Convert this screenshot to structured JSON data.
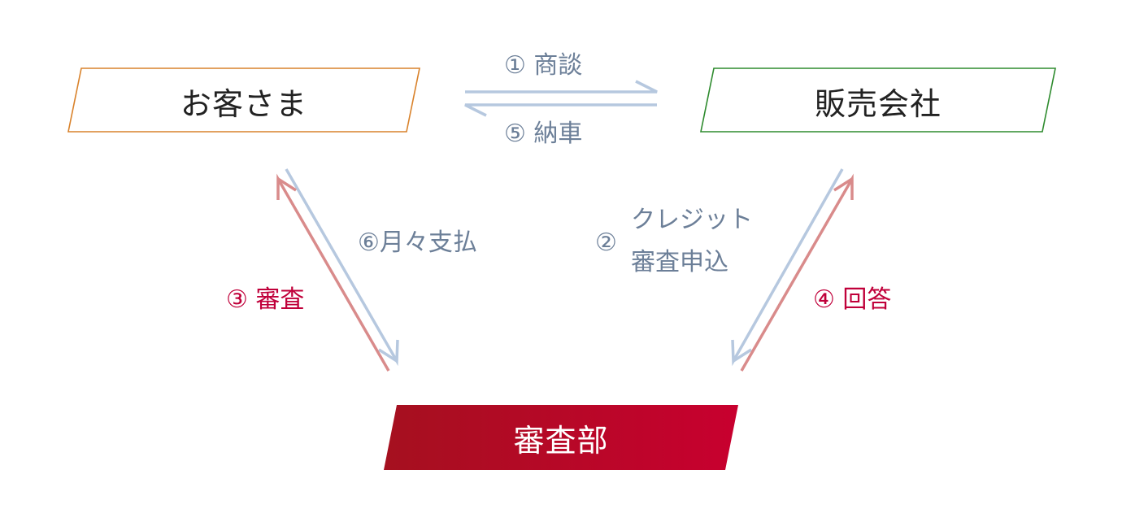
{
  "nodes": {
    "customer": "お客さま",
    "dealer": "販売会社",
    "review": "審査部"
  },
  "steps": {
    "s1": "① 商談",
    "s2_num": "②",
    "s2_line1": "クレジット",
    "s2_line2": "審査申込",
    "s3": "③ 審査",
    "s4": "④ 回答",
    "s5": "⑤ 納車",
    "s6": "⑥月々支払"
  },
  "colors": {
    "customer_border": "#d9822b",
    "dealer_border": "#2e8b2e",
    "review_fill_start": "#a5101f",
    "review_fill_end": "#c8002f",
    "arrow_blue": "#b6c8df",
    "arrow_red": "#d98b8b",
    "label_blue": "#6c7f98",
    "label_red": "#c0003a"
  }
}
